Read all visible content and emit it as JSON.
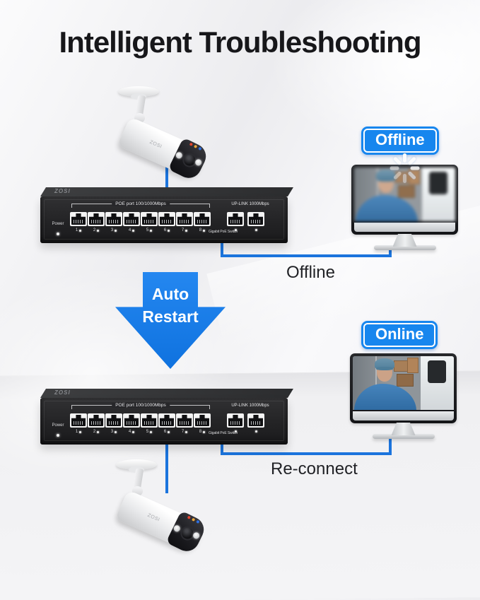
{
  "title": "Intelligent Troubleshooting",
  "colors": {
    "accent_blue": "#1786ee",
    "arrow_blue": "#1a7ce8",
    "cable_blue": "#1b74dd",
    "switch_body": "#232325",
    "title_text": "#17171a"
  },
  "section_offline": {
    "badge": "Offline",
    "cable_label": "Offline"
  },
  "arrow": {
    "line1": "Auto",
    "line2": "Restart"
  },
  "section_online": {
    "badge": "Online",
    "cable_label": "Re-connect"
  },
  "switch": {
    "brand": "ZOSI",
    "poe_group_label": "POE port 100/1000Mbps",
    "uplink_group_label": "UP-LINK 1000Mbps",
    "power_label": "Power",
    "model_label": "Gigabit PoE Switch",
    "poe_ports": [
      "1",
      "2",
      "3",
      "4",
      "5",
      "6",
      "7",
      "8"
    ],
    "uplink_port_count": 2
  },
  "camera": {
    "brand": "ZOSI"
  },
  "icons": {
    "loading_spinner": "circular-8-spoke-loading-spinner"
  }
}
